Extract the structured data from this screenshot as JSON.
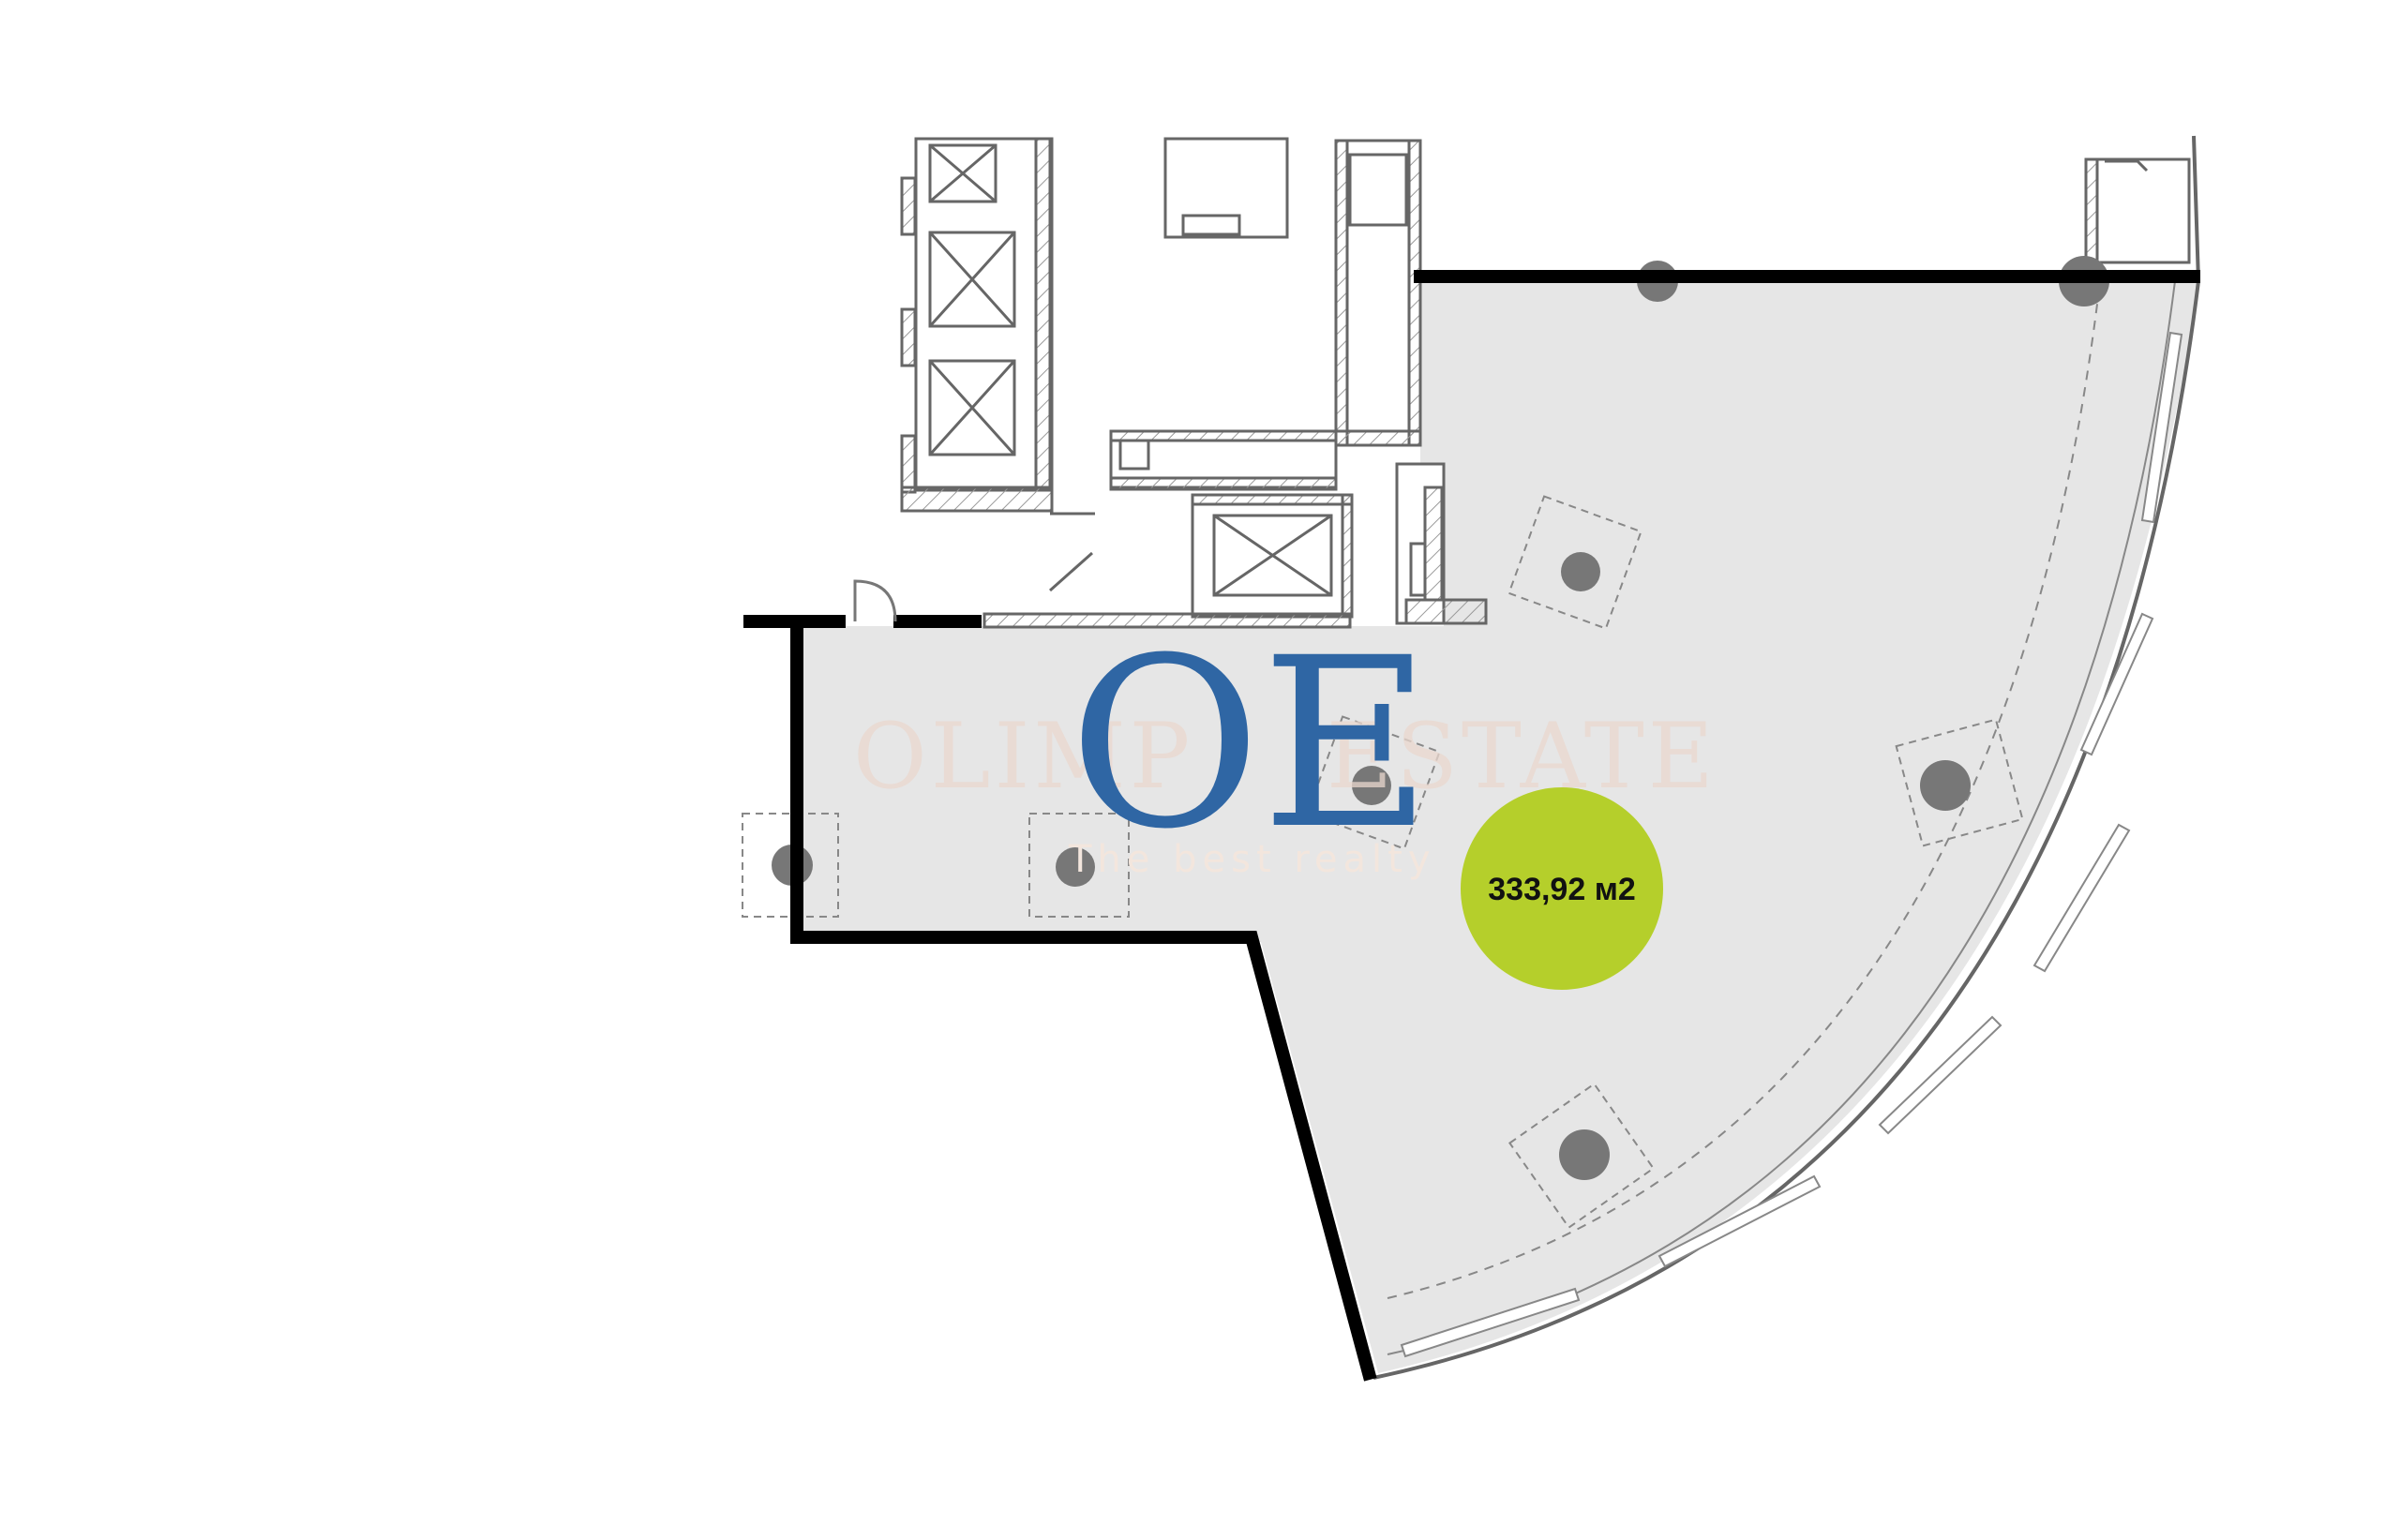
{
  "plan": {
    "area_label": "333,92 м2",
    "colors": {
      "floor": "#e6e6e6",
      "wall": "#000000",
      "column": "#777777",
      "area_badge": "#b5cf2b",
      "outline": "#888888"
    }
  },
  "watermark": {
    "letters_left": "OLIMP",
    "letters_right": "ESTATE",
    "logo": "OE",
    "tagline": "The best realty"
  }
}
